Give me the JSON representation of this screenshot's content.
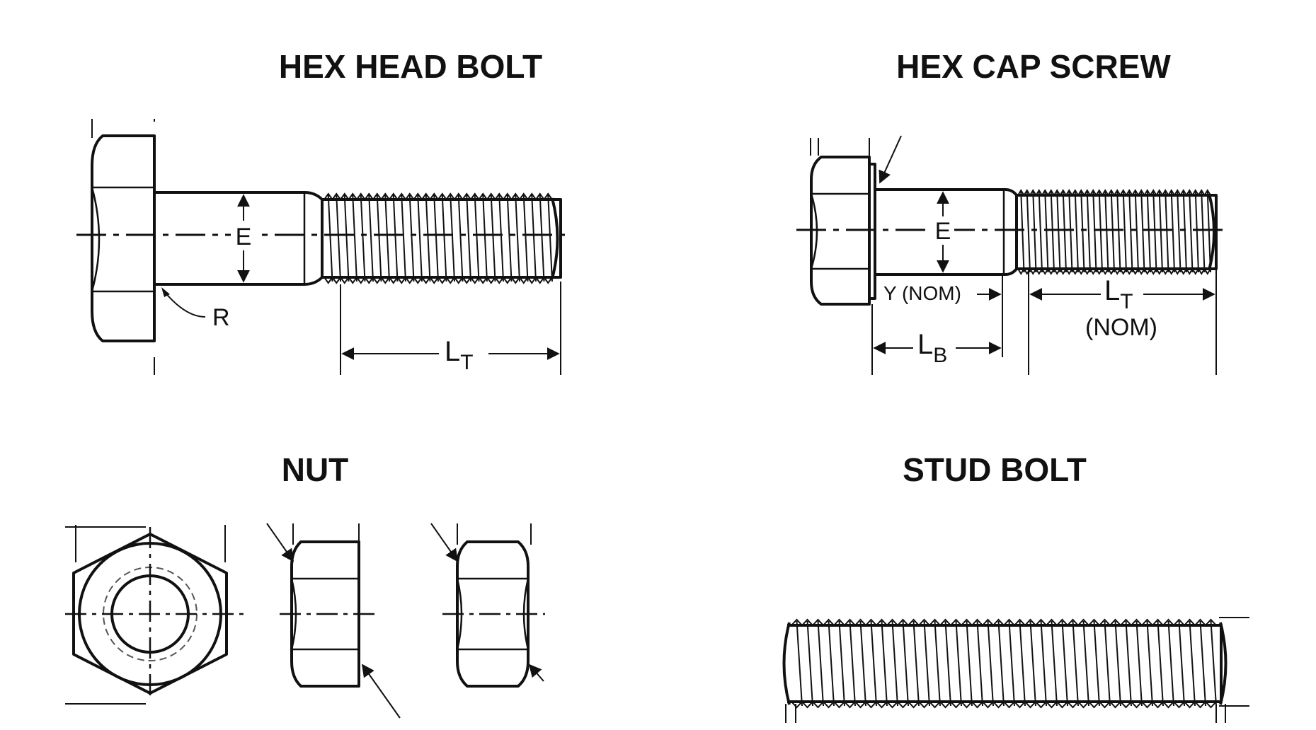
{
  "titles": {
    "hex_head_bolt": "HEX HEAD BOLT",
    "hex_cap_screw": "HEX CAP SCREW",
    "nut": "NUT",
    "stud_bolt": "STUD BOLT"
  },
  "labels": {
    "bolt_e": "E",
    "bolt_r": "R",
    "bolt_lt_main": "L",
    "bolt_lt_sub": "T",
    "screw_e": "E",
    "screw_y_nom": "Y (NOM)",
    "screw_lb_main": "L",
    "screw_lb_sub": "B",
    "screw_lt_main": "L",
    "screw_lt_sub": "T",
    "screw_lt_nom": "(NOM)"
  }
}
